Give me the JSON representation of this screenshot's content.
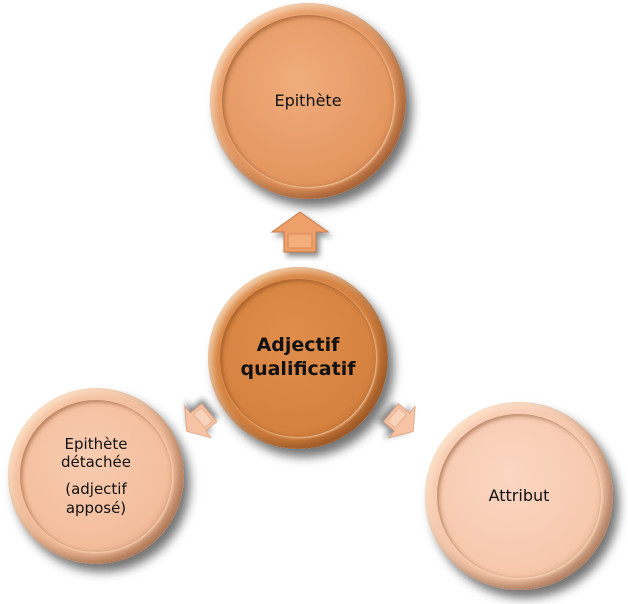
{
  "nodes": {
    "center": "Adjectif qualificatif",
    "center_line1": "Adjectif",
    "center_line2": "qualificatif",
    "top": "Epithète",
    "left_line1": "Epithète",
    "left_line2": "détachée",
    "left_line3": "(adjectif",
    "left_line4": "apposé)",
    "right": "Attribut"
  },
  "colors": {
    "center": "#d3803e",
    "top": "#e2935c",
    "left": "#f2bb98",
    "right": "#f6c6aa",
    "arrow_up": "#eea06a",
    "arrow_side": "#f6c3a4"
  }
}
